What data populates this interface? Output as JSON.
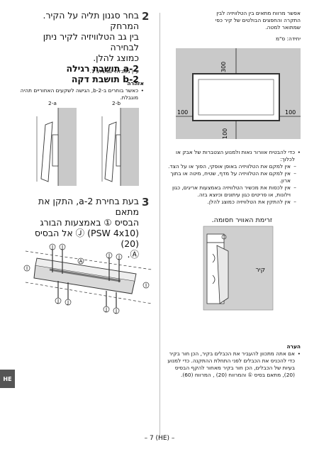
{
  "right_column": {
    "intro": [
      "אפשר מרווח מתאים בין הטלוויזיה לבין",
      "התקרה והחפצים הבולטים של קיר כפי",
      "שמתואר למטה."
    ],
    "unit": "יחידה: ס\"מ",
    "dimensions": {
      "top": "300",
      "left": "100",
      "right": "100",
      "bottom": "100"
    },
    "bullets": [
      "כדי להבטיח אוורור נאות ולמנוע הצטברות של אבק או לכלוך:",
      "אין למקם את הטלוויזיה באופן אופקי, הפוך או על הצד.",
      "אין למקם את הטלוויזיה על מדף, שטיח, מיטה או בתוך ארון.",
      "אין לכסות את מכשיר הטלוויזיה באמצעות אריגים, כגון וילונות, או פריטים כגון עיתונים וכיוצא בזה.",
      "אין להתקין את הטלוויזיה כמוצג להלן."
    ],
    "blocked_label": "זרימת האוויר חסומה.",
    "wall_label": "קיר",
    "note_title": "הערה",
    "note_text": "אם אתה מתכוון להעביר את הכבלים בקיר, הכן חור בקיר כדי להכניס את הכבלים לפני התחלת ההתקנה. כדי למנוע בעיות של הכבלים, הכן חור בקיר מאחור להקף הבסיס (20), מתאם בסיס ① והמרווח (20) , המרווח (60)."
  },
  "left_column": {
    "step2": {
      "number": "2",
      "lines": [
        "בחר סגנון תליה על הקיר. המרחק",
        "בין גב הטלוויזיה לקיר ניתן לבחירה",
        "כמוצג להלן."
      ],
      "option_a": "2-a תושבת רגילה",
      "option_b": "2-b תושבת דקה",
      "ref": "עיין בטבלה שבשלב 1."
    },
    "warning": {
      "title": "אזהרה",
      "text": "כאשר בוחרים ב-2-b, הגישה לשקעים האחוריים תהיה מוגבלת."
    },
    "fig_labels": {
      "a": "2-a",
      "b": "2-b"
    },
    "step3": {
      "number": "3",
      "lines": [
        "בעת בחירת 2-a, התקן את מתאם",
        "הבסיס ① באמצעות הבורג",
        "(PSW 4x10) Ⓙ אל הבסיס (20)",
        "Ⓐ."
      ]
    },
    "callouts": {
      "j": "J",
      "i": "I",
      "a": "A"
    }
  },
  "footer": {
    "page": "– 7 (HE) –",
    "tab": "HE"
  }
}
